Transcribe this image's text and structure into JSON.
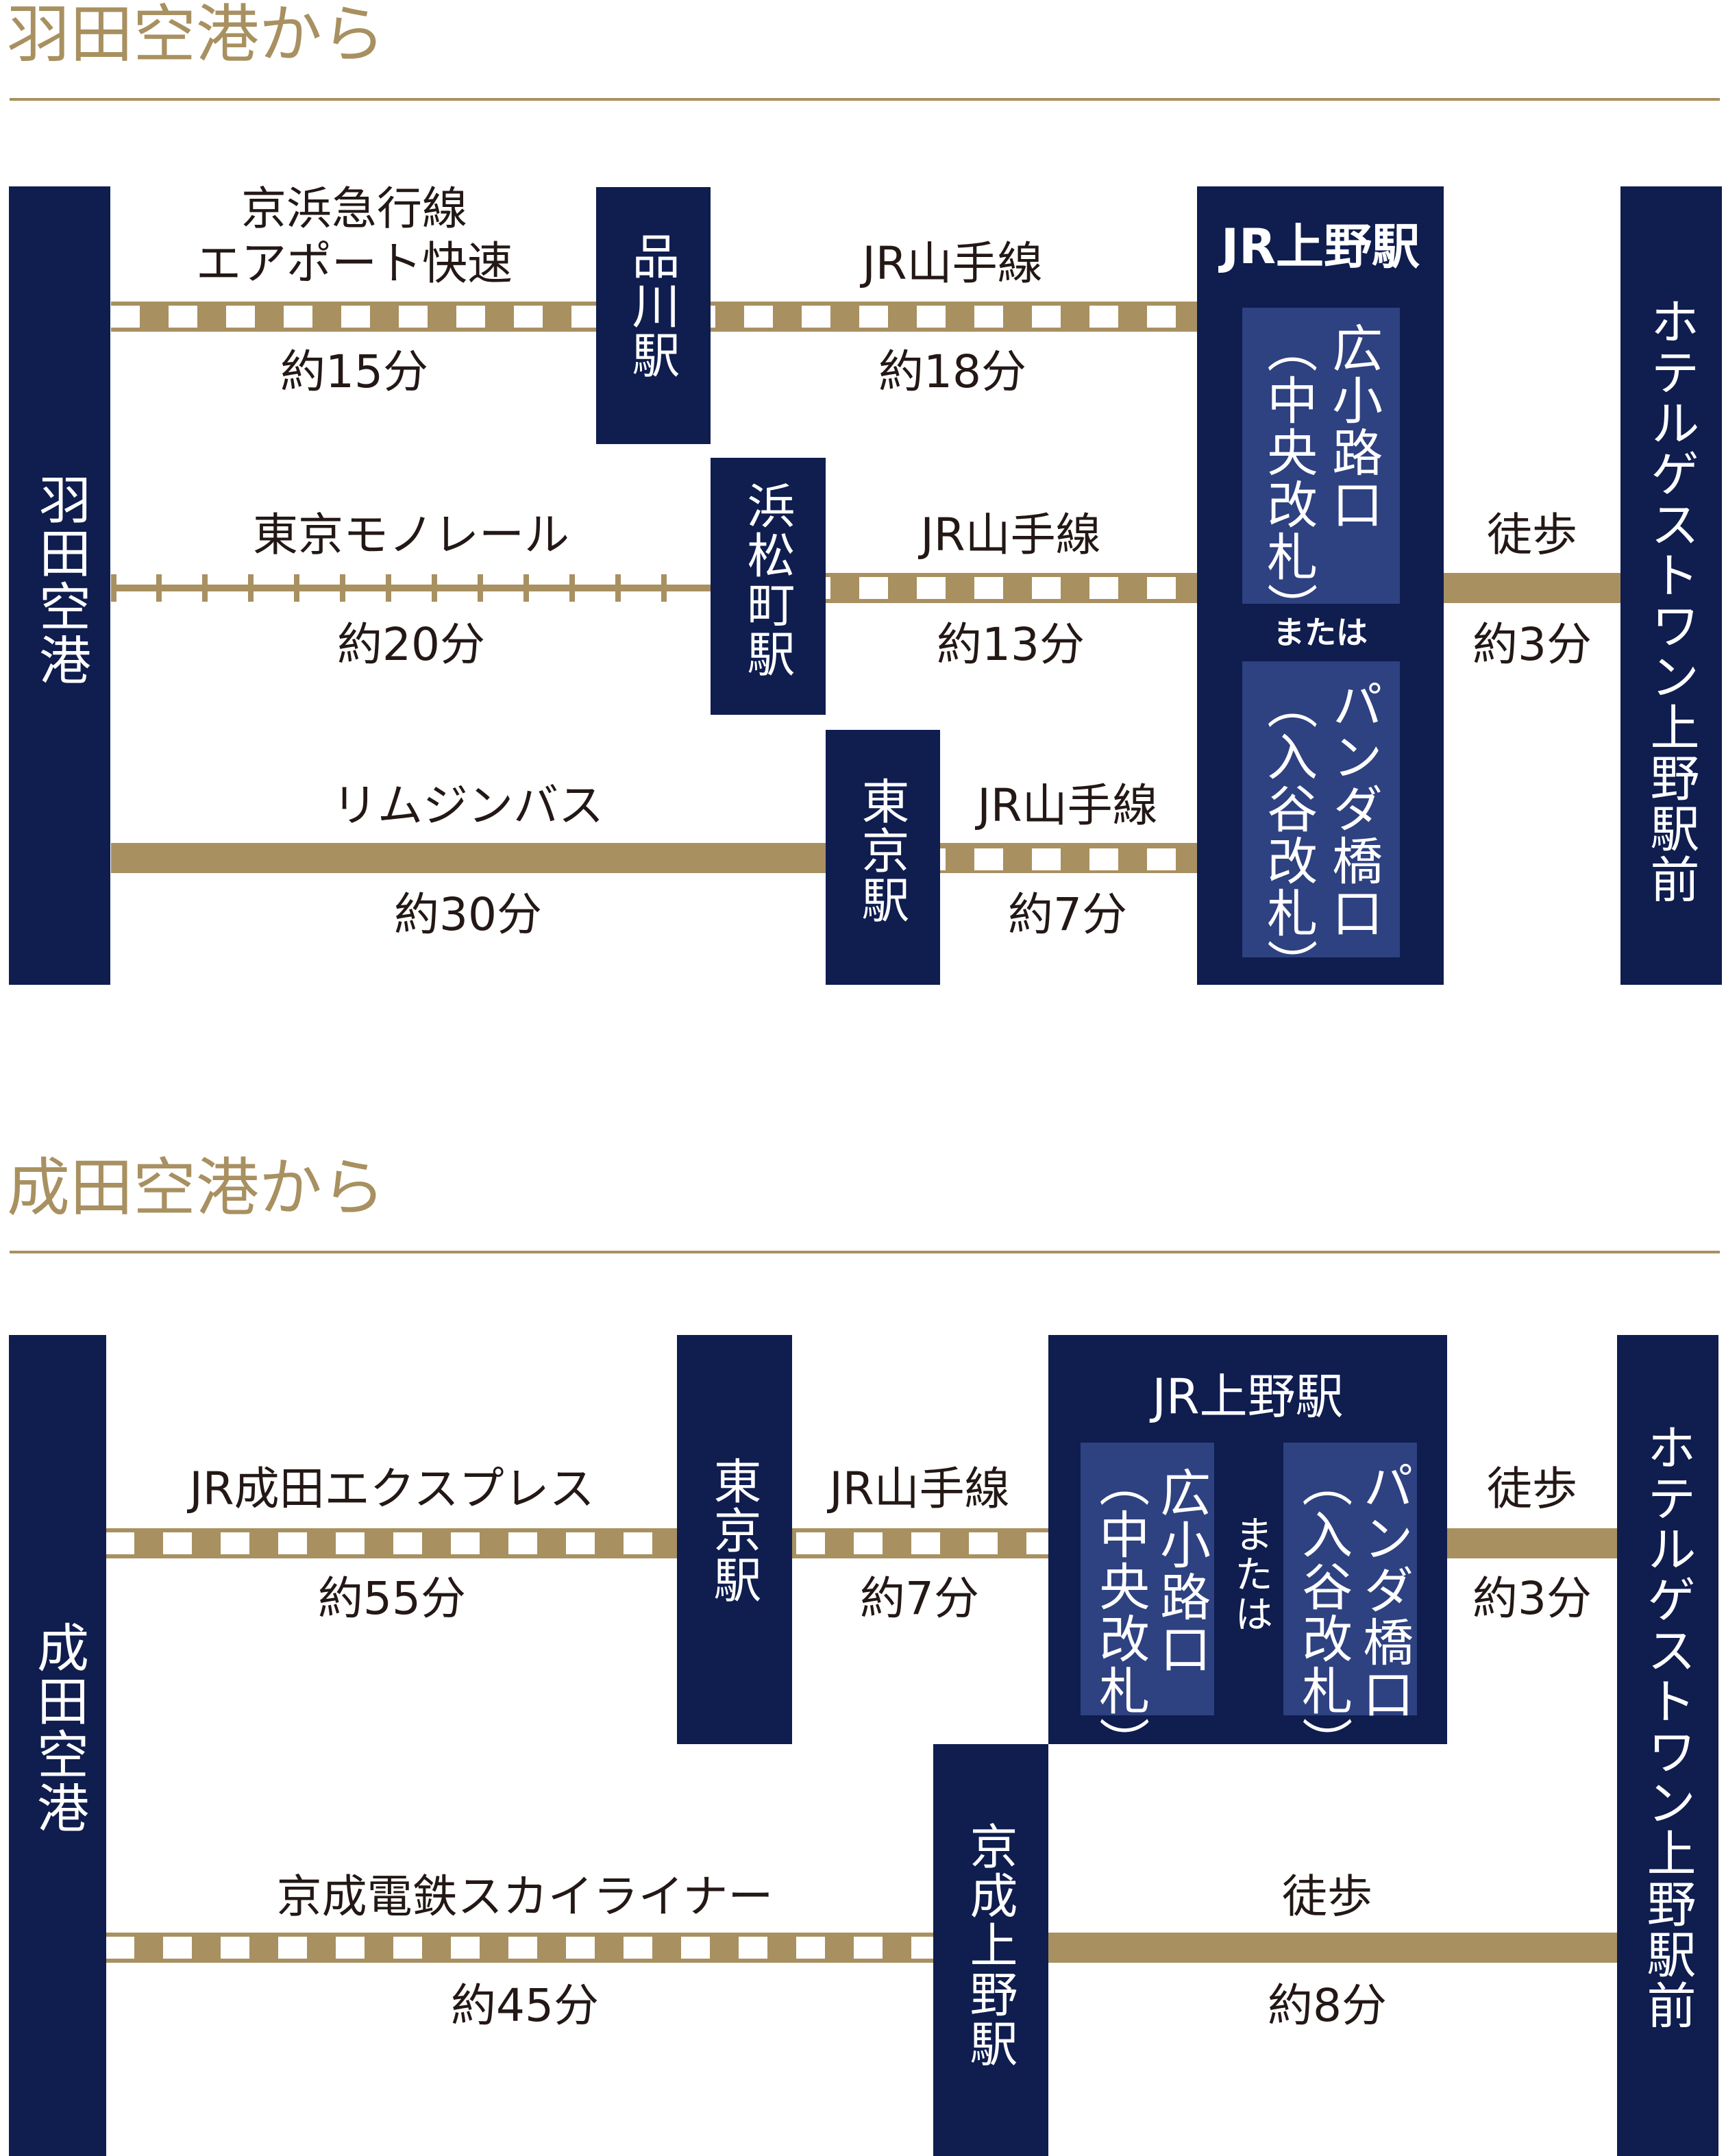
{
  "colors": {
    "navy": "#0f1d4f",
    "gold": "#a89060",
    "gate": "#2e4180"
  },
  "haneda": {
    "title": "羽田空港から",
    "origin": "羽田空港",
    "destination": "ホテルゲストワン上野駅前",
    "routes": [
      {
        "line_name_1": "京浜急行線",
        "line_name_2": "エアポート快速",
        "time": "約15分",
        "transfer": "品川駅",
        "second_line": "JR山手線",
        "second_time": "約18分"
      },
      {
        "line_name": "東京モノレール",
        "time": "約20分",
        "transfer": "浜松町駅",
        "second_line": "JR山手線",
        "second_time": "約13分"
      },
      {
        "line_name": "リムジンバス",
        "time": "約30分",
        "transfer": "東京駅",
        "second_line": "JR山手線",
        "second_time": "約7分"
      }
    ],
    "station": "JR上野駅",
    "gate_1": "広小路口（中央改札）",
    "gate_1_a": "広小路口",
    "gate_1_b": "（中央改札）",
    "or": "または",
    "gate_2_a": "パンダ橋口",
    "gate_2_b": "（入谷改札）",
    "walk": "徒歩",
    "walk_time": "約3分"
  },
  "narita": {
    "title": "成田空港から",
    "origin": "成田空港",
    "destination": "ホテルゲストワン上野駅前",
    "route_1": {
      "line_name": "JR成田エクスプレス",
      "time": "約55分",
      "transfer": "東京駅",
      "second_line": "JR山手線",
      "second_time": "約7分"
    },
    "station": "JR上野駅",
    "gate_1_a": "広小路口",
    "gate_1_b": "（中央改札）",
    "or": "または",
    "gate_2_a": "パンダ橋口",
    "gate_2_b": "（入谷改札）",
    "walk": "徒歩",
    "walk_time": "約3分",
    "route_2": {
      "line_name": "京成電鉄スカイライナー",
      "time": "約45分",
      "transfer": "京成上野駅",
      "walk": "徒歩",
      "walk_time": "約8分"
    }
  }
}
